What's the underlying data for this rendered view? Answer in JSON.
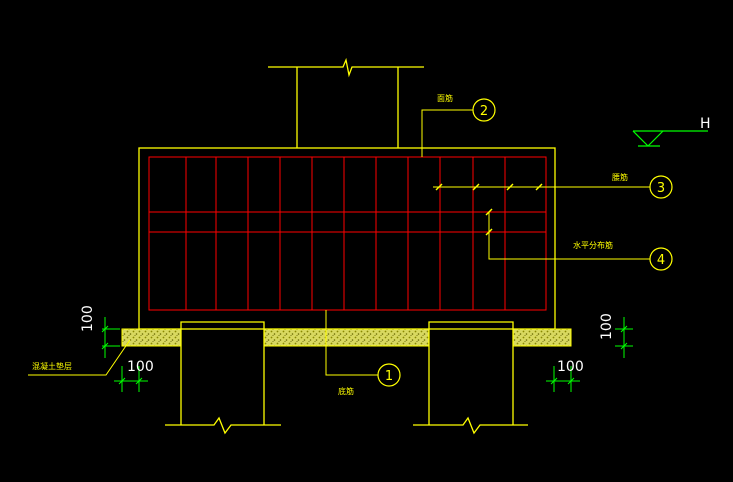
{
  "colors": {
    "background": "#000000",
    "outline": "#ffff00",
    "rebar": "#ff0000",
    "dimension": "#00ff00",
    "label_text": "#ffff00",
    "dimension_text": "#ffffff",
    "hatch": "#ffff66"
  },
  "callouts": {
    "c1": {
      "number": "1",
      "label": "底筋"
    },
    "c2": {
      "number": "2",
      "label": "面筋"
    },
    "c3": {
      "number": "3",
      "label": "腰筋"
    },
    "c4": {
      "number": "4",
      "label": "水平分布筋"
    }
  },
  "elevation_marker": "H",
  "cushion_label": "混凝土垫层",
  "dimensions": {
    "left_vertical": "100",
    "left_horizontal": "100",
    "right_vertical": "100",
    "right_horizontal": "100"
  },
  "icons": {
    "elevation": "elevation-triangle-icon",
    "break": "break-line-icon"
  }
}
